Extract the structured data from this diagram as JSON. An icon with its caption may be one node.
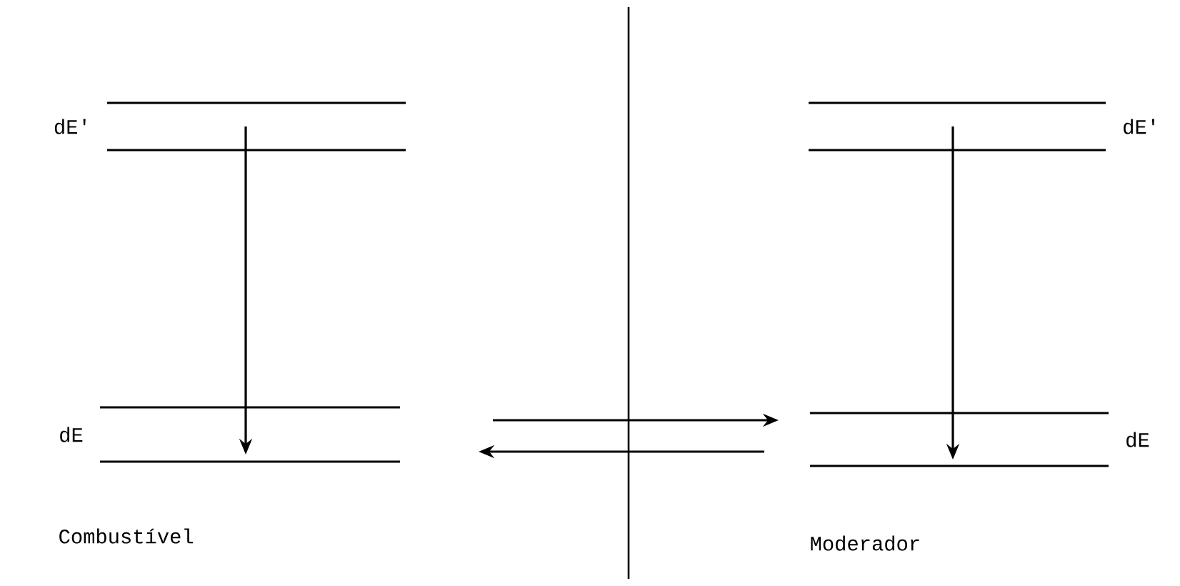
{
  "diagram": {
    "nodes": [
      {
        "text": [
          "dE'"
        ]
      },
      {
        "text": [
          "dE"
        ]
      },
      {
        "text": [
          "dE'"
        ]
      },
      {
        "text": [
          "dE"
        ]
      }
    ],
    "edges": [
      {
        "from": 0,
        "to": 1,
        "arrow": "to"
      },
      {
        "from": 2,
        "to": 3,
        "arrow": "to"
      }
    ],
    "labels": [
      "Combustível",
      "Moderador"
    ]
  }
}
